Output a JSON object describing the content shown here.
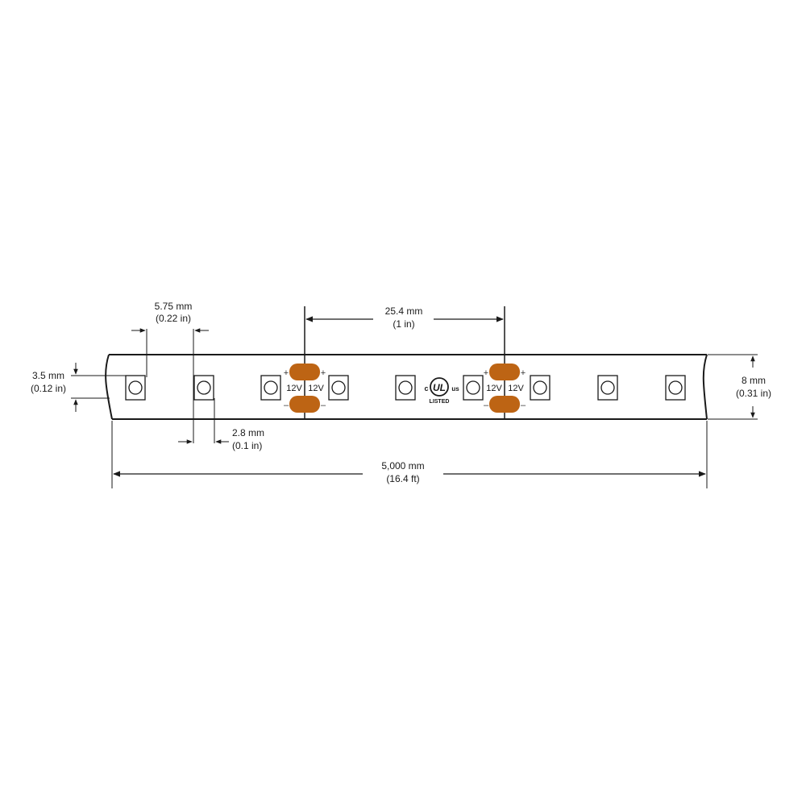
{
  "colors": {
    "line": "#1a1a1a",
    "pad": "#bd6414",
    "background": "#ffffff"
  },
  "dimensions": {
    "led_spacing": {
      "metric": "5.75 mm",
      "imperial": "(0.22 in)"
    },
    "led_size": {
      "metric": "2.8 mm",
      "imperial": "(0.1 in)"
    },
    "led_height": {
      "metric": "3.5 mm",
      "imperial": "(0.12 in)"
    },
    "strip_width": {
      "metric": "8 mm",
      "imperial": "(0.31 in)"
    },
    "cut_interval": {
      "metric": "25.4 mm",
      "imperial": "(1 in)"
    },
    "total_length": {
      "metric": "5,000 mm",
      "imperial": "(16.4 ft)"
    }
  },
  "cut_points": [
    {
      "voltage_left": "12V",
      "voltage_right": "12V",
      "plus": "+",
      "minus": "–"
    },
    {
      "voltage_left": "12V",
      "voltage_right": "12V",
      "plus": "+",
      "minus": "–"
    }
  ],
  "certification": {
    "top": "UL",
    "left": "c",
    "right": "us",
    "bottom": "LISTED",
    "icon": "ul-listed-mark"
  },
  "led_count": 9
}
